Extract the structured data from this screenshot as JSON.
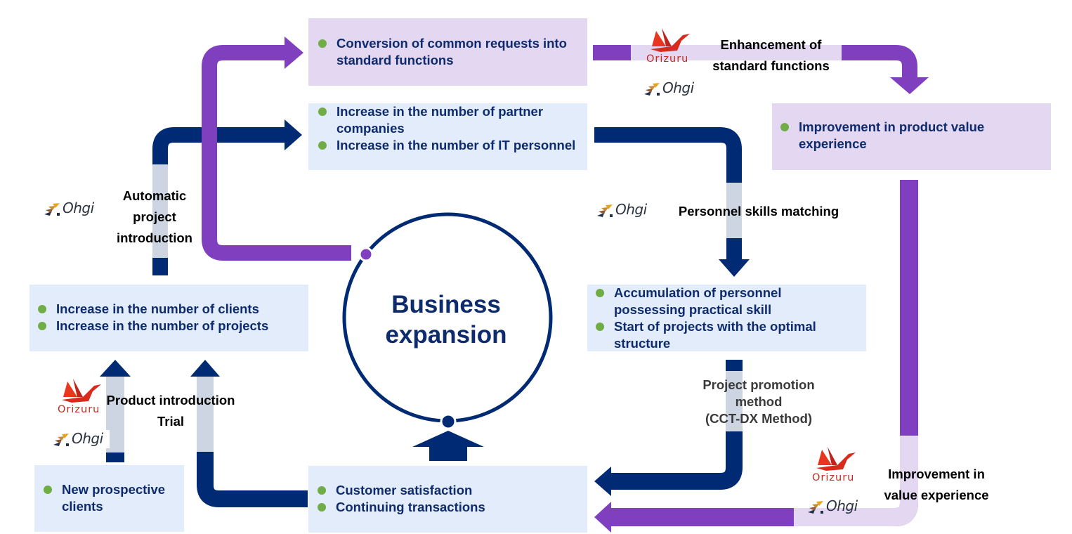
{
  "colors": {
    "navy": "#002a73",
    "purple": "#7f3fbf",
    "navy_faded": "#cdd5e3",
    "purple_faded": "#e3d7f1",
    "box_blue": "#e2ecfb",
    "box_purple": "#e3d7f1",
    "bullet_green": "#70ad47",
    "text_navy": "#0e2b6e"
  },
  "center": {
    "title_line1": "Business",
    "title_line2": "expansion"
  },
  "boxes": {
    "conversion": {
      "items": [
        "Conversion of common requests into standard functions"
      ]
    },
    "partners": {
      "items": [
        "Increase in the number of partner companies",
        "Increase in the number of IT personnel"
      ]
    },
    "product_value": {
      "items": [
        "Improvement in product value experience"
      ]
    },
    "clients": {
      "items": [
        "Increase in the number of clients",
        "Increase in the number of projects"
      ]
    },
    "skills": {
      "items": [
        "Accumulation of personnel possessing practical skill",
        "Start of projects with the optimal structure"
      ]
    },
    "prospective": {
      "items": [
        "New prospective clients"
      ]
    },
    "satisfaction": {
      "items": [
        "Customer satisfaction",
        "Continuing transactions"
      ]
    }
  },
  "labels": {
    "enhancement": {
      "line1": "Enhancement of",
      "line2": "standard functions"
    },
    "auto_intro": {
      "line1": "Automatic",
      "line2": "project",
      "line3": "introduction"
    },
    "skills_matching": "Personnel skills matching",
    "product_intro": {
      "line1": "Product introduction",
      "line2": "Trial"
    },
    "promotion": {
      "line1": "Project promotion",
      "line2": "method",
      "line3": "(CCT-DX Method)"
    },
    "value_exp": {
      "line1": "Improvement in",
      "line2": "value experience"
    }
  },
  "logos": {
    "orizuru": "Orizuru",
    "ohgi": "Ohgi"
  }
}
